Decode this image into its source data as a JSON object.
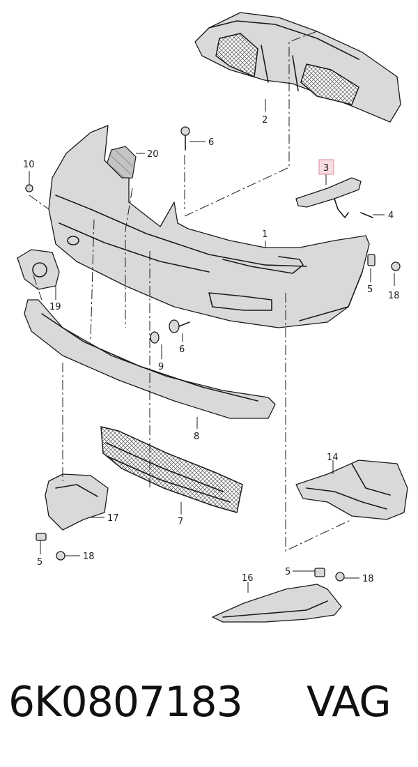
{
  "callouts": [
    {
      "id": "c1",
      "text": "1"
    },
    {
      "id": "c2",
      "text": "2"
    },
    {
      "id": "c3",
      "text": "3"
    },
    {
      "id": "c4",
      "text": "4"
    },
    {
      "id": "c5a",
      "text": "5"
    },
    {
      "id": "c5b",
      "text": "5"
    },
    {
      "id": "c5c",
      "text": "5"
    },
    {
      "id": "c6a",
      "text": "6"
    },
    {
      "id": "c6b",
      "text": "6"
    },
    {
      "id": "c7",
      "text": "7"
    },
    {
      "id": "c8",
      "text": "8"
    },
    {
      "id": "c9",
      "text": "9"
    },
    {
      "id": "c10",
      "text": "10"
    },
    {
      "id": "c14",
      "text": "14"
    },
    {
      "id": "c16",
      "text": "16"
    },
    {
      "id": "c17",
      "text": "17"
    },
    {
      "id": "c18a",
      "text": "18"
    },
    {
      "id": "c18b",
      "text": "18"
    },
    {
      "id": "c18c",
      "text": "18"
    },
    {
      "id": "c19",
      "text": "19"
    },
    {
      "id": "c20",
      "text": "20"
    }
  ],
  "highlight": "3",
  "caption": {
    "part_number": "6K0807183",
    "brand": "VAG"
  }
}
